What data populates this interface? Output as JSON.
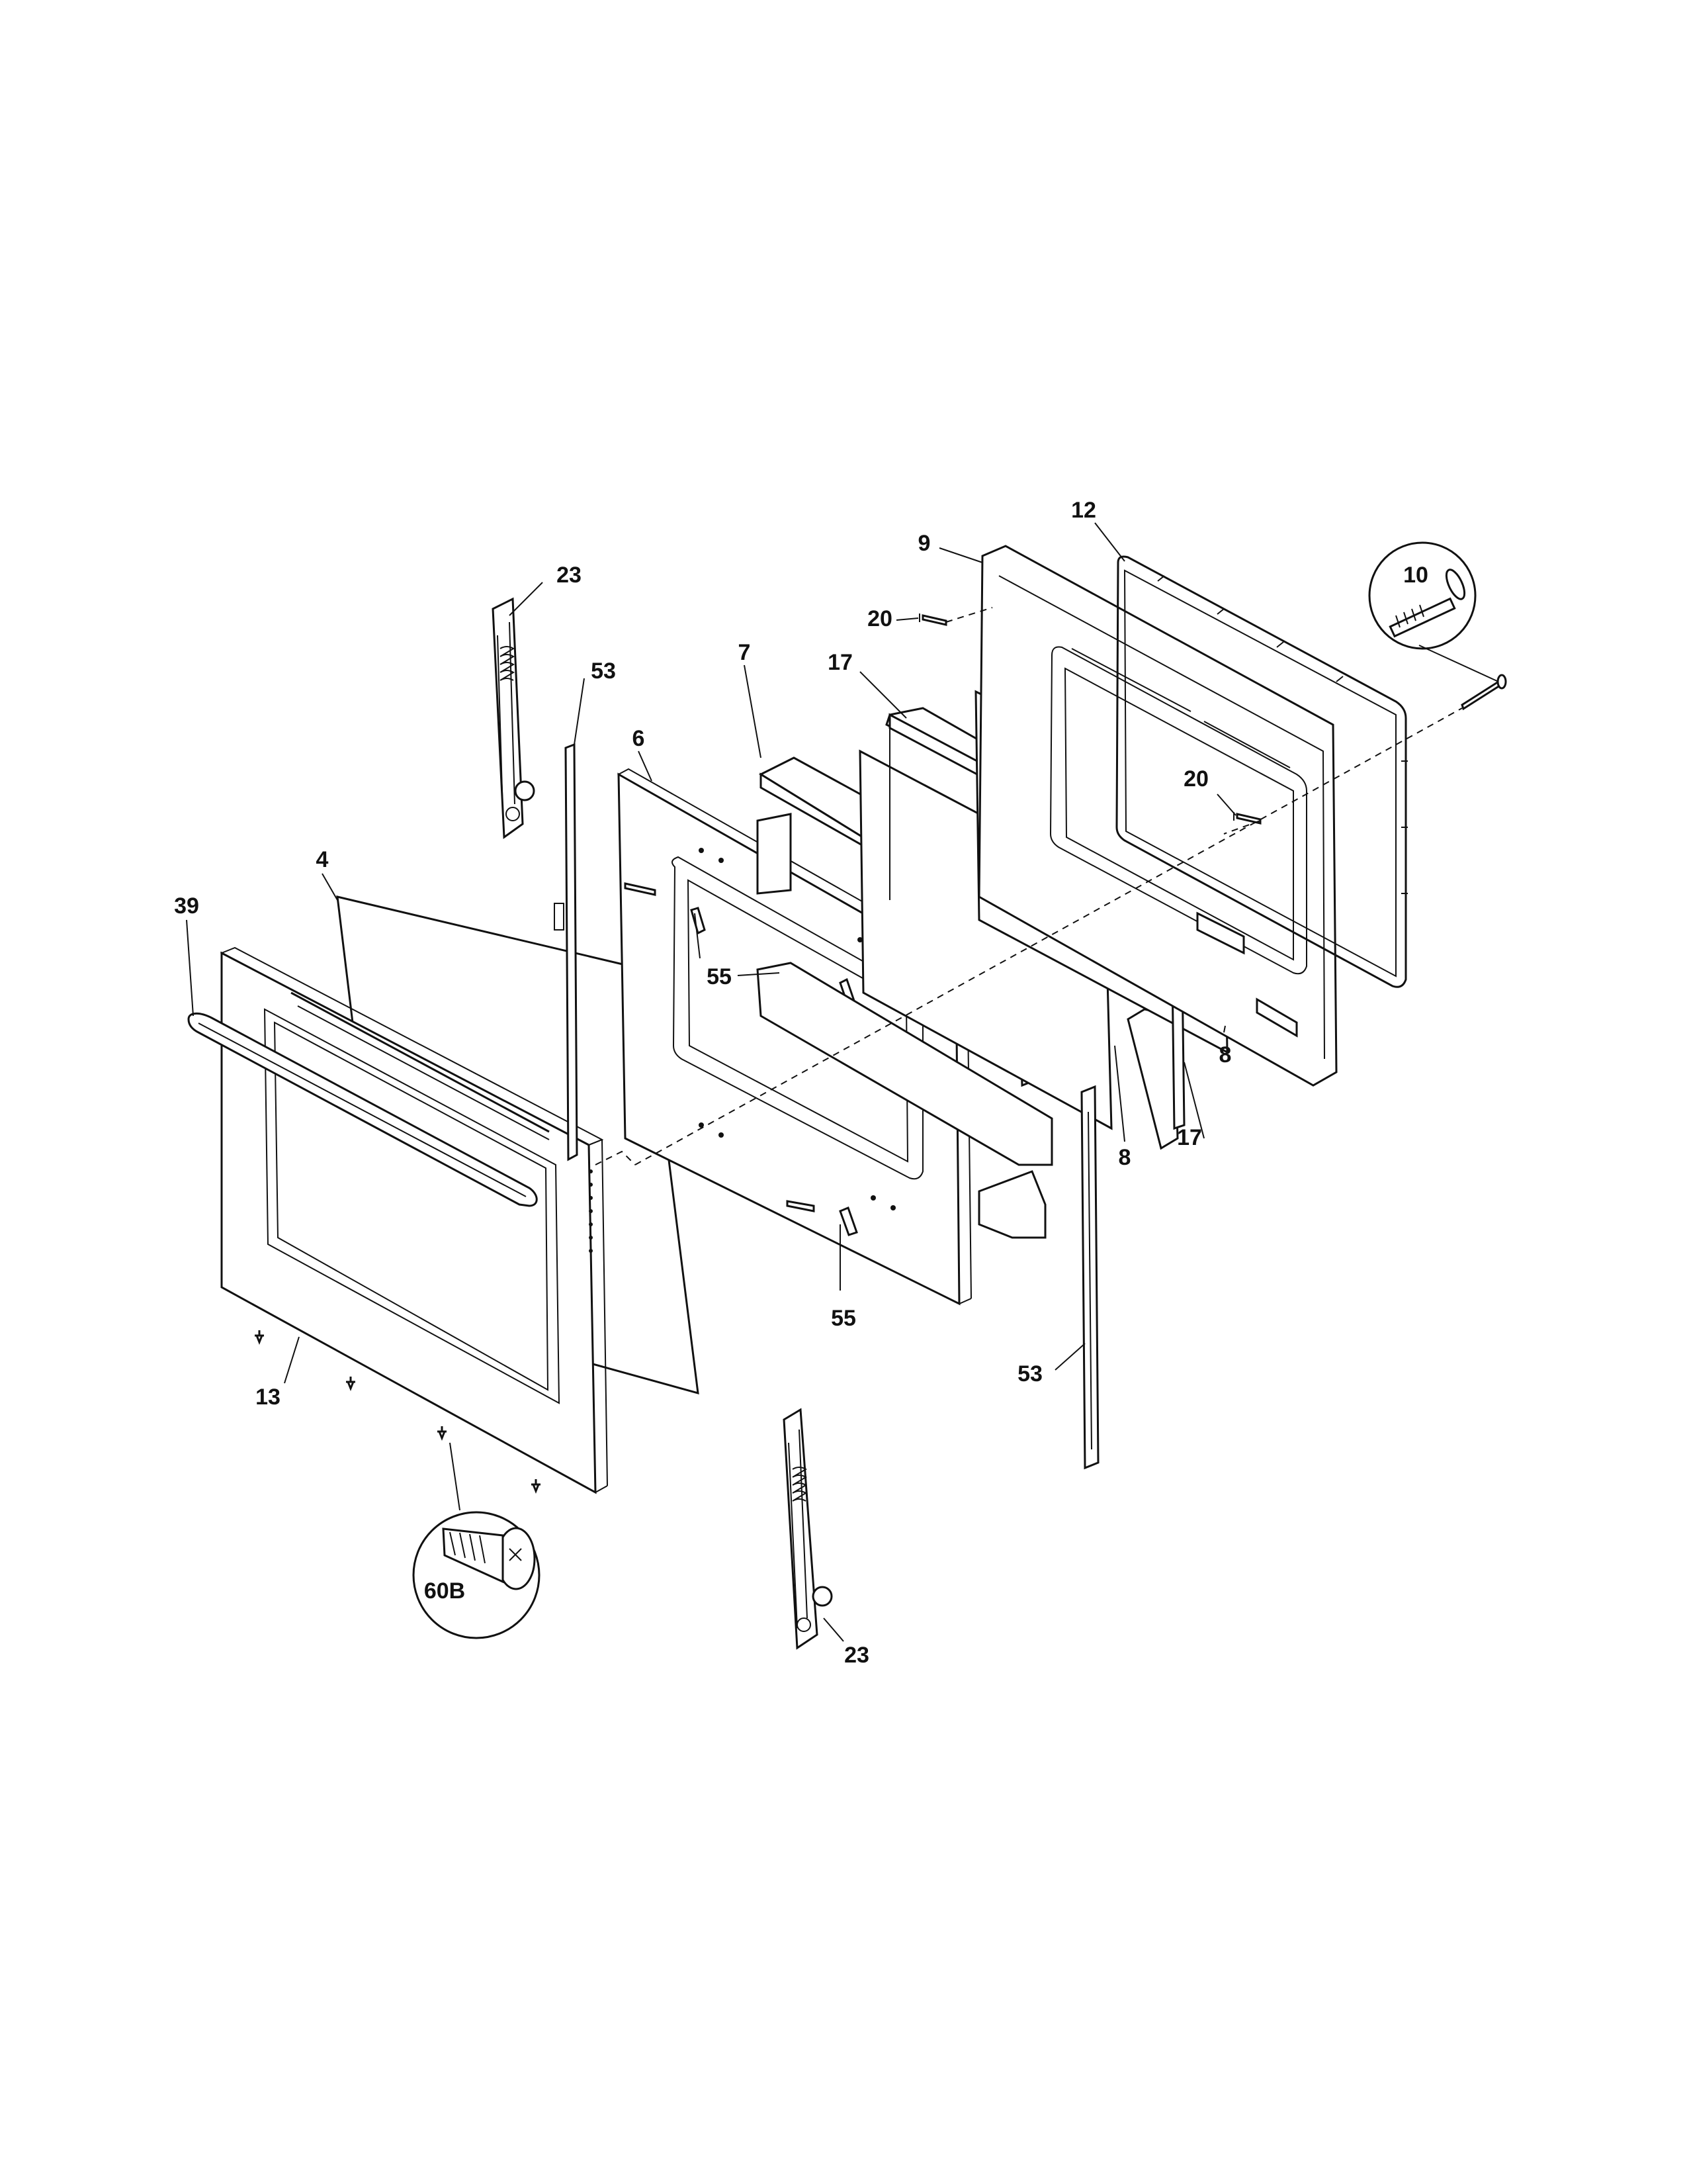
{
  "diagram": {
    "callouts": [
      "23",
      "53",
      "4",
      "39",
      "6",
      "7",
      "17",
      "9",
      "12",
      "20",
      "10",
      "20",
      "55",
      "8",
      "17",
      "8",
      "55",
      "53",
      "13",
      "60B",
      "23"
    ]
  }
}
